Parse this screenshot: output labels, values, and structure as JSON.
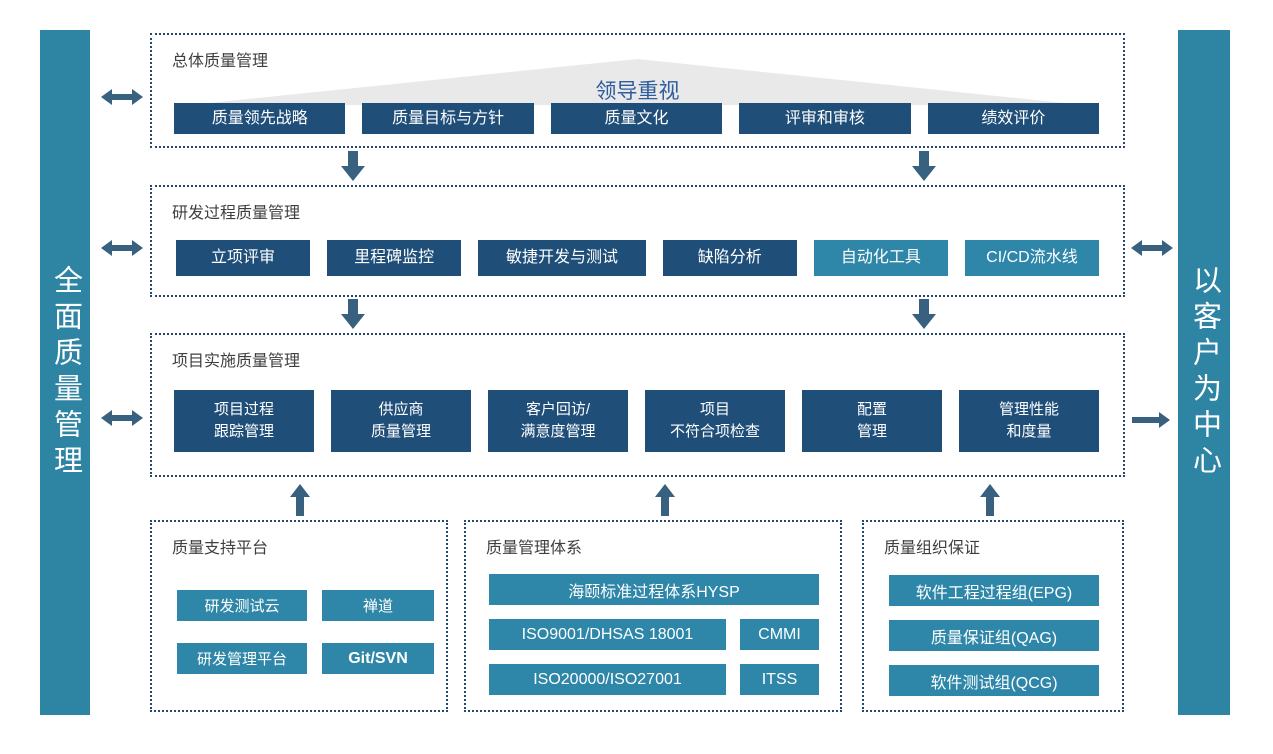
{
  "left_bar": {
    "label": "全面质量管理"
  },
  "right_bar": {
    "label": "以客户为中心"
  },
  "overall": {
    "title": "总体质量管理",
    "banner": "领导重视",
    "items": [
      "质量领先战略",
      "质量目标与方针",
      "质量文化",
      "评审和审核",
      "绩效评价"
    ]
  },
  "rnd": {
    "title": "研发过程质量管理",
    "items": [
      "立项评审",
      "里程碑监控",
      "敏捷开发与测试",
      "缺陷分析",
      "自动化工具",
      "CI/CD流水线"
    ]
  },
  "impl": {
    "title": "项目实施质量管理",
    "items": [
      [
        "项目过程",
        "跟踪管理"
      ],
      [
        "供应商",
        "质量管理"
      ],
      [
        "客户回访/",
        "满意度管理"
      ],
      [
        "项目",
        "不符合项检查"
      ],
      [
        "配置",
        "管理"
      ],
      [
        "管理性能",
        "和度量"
      ]
    ]
  },
  "platform": {
    "title": "质量支持平台",
    "items": [
      "研发测试云",
      "禅道",
      "研发管理平台",
      "Git/SVN"
    ]
  },
  "system": {
    "title": "质量管理体系",
    "wide": "海颐标准过程体系HYSP",
    "items": [
      "ISO9001/DHSAS 18001",
      "CMMI",
      "ISO20000/ISO27001",
      "ITSS"
    ]
  },
  "org": {
    "title": "质量组织保证",
    "items": [
      "软件工程过程组(EPG)",
      "质量保证组(QAG)",
      "软件测试组(QCG)"
    ]
  },
  "colors": {
    "navy_node": "#1f4e79",
    "teal_node": "#2e87a8",
    "side_bar": "#2e84a3",
    "arrow": "#38607f",
    "dotted_border": "#26476f",
    "banner_text": "#2e5d9e",
    "triangle_fill": "#e9e9e9",
    "label_text": "#3f3f3f"
  }
}
